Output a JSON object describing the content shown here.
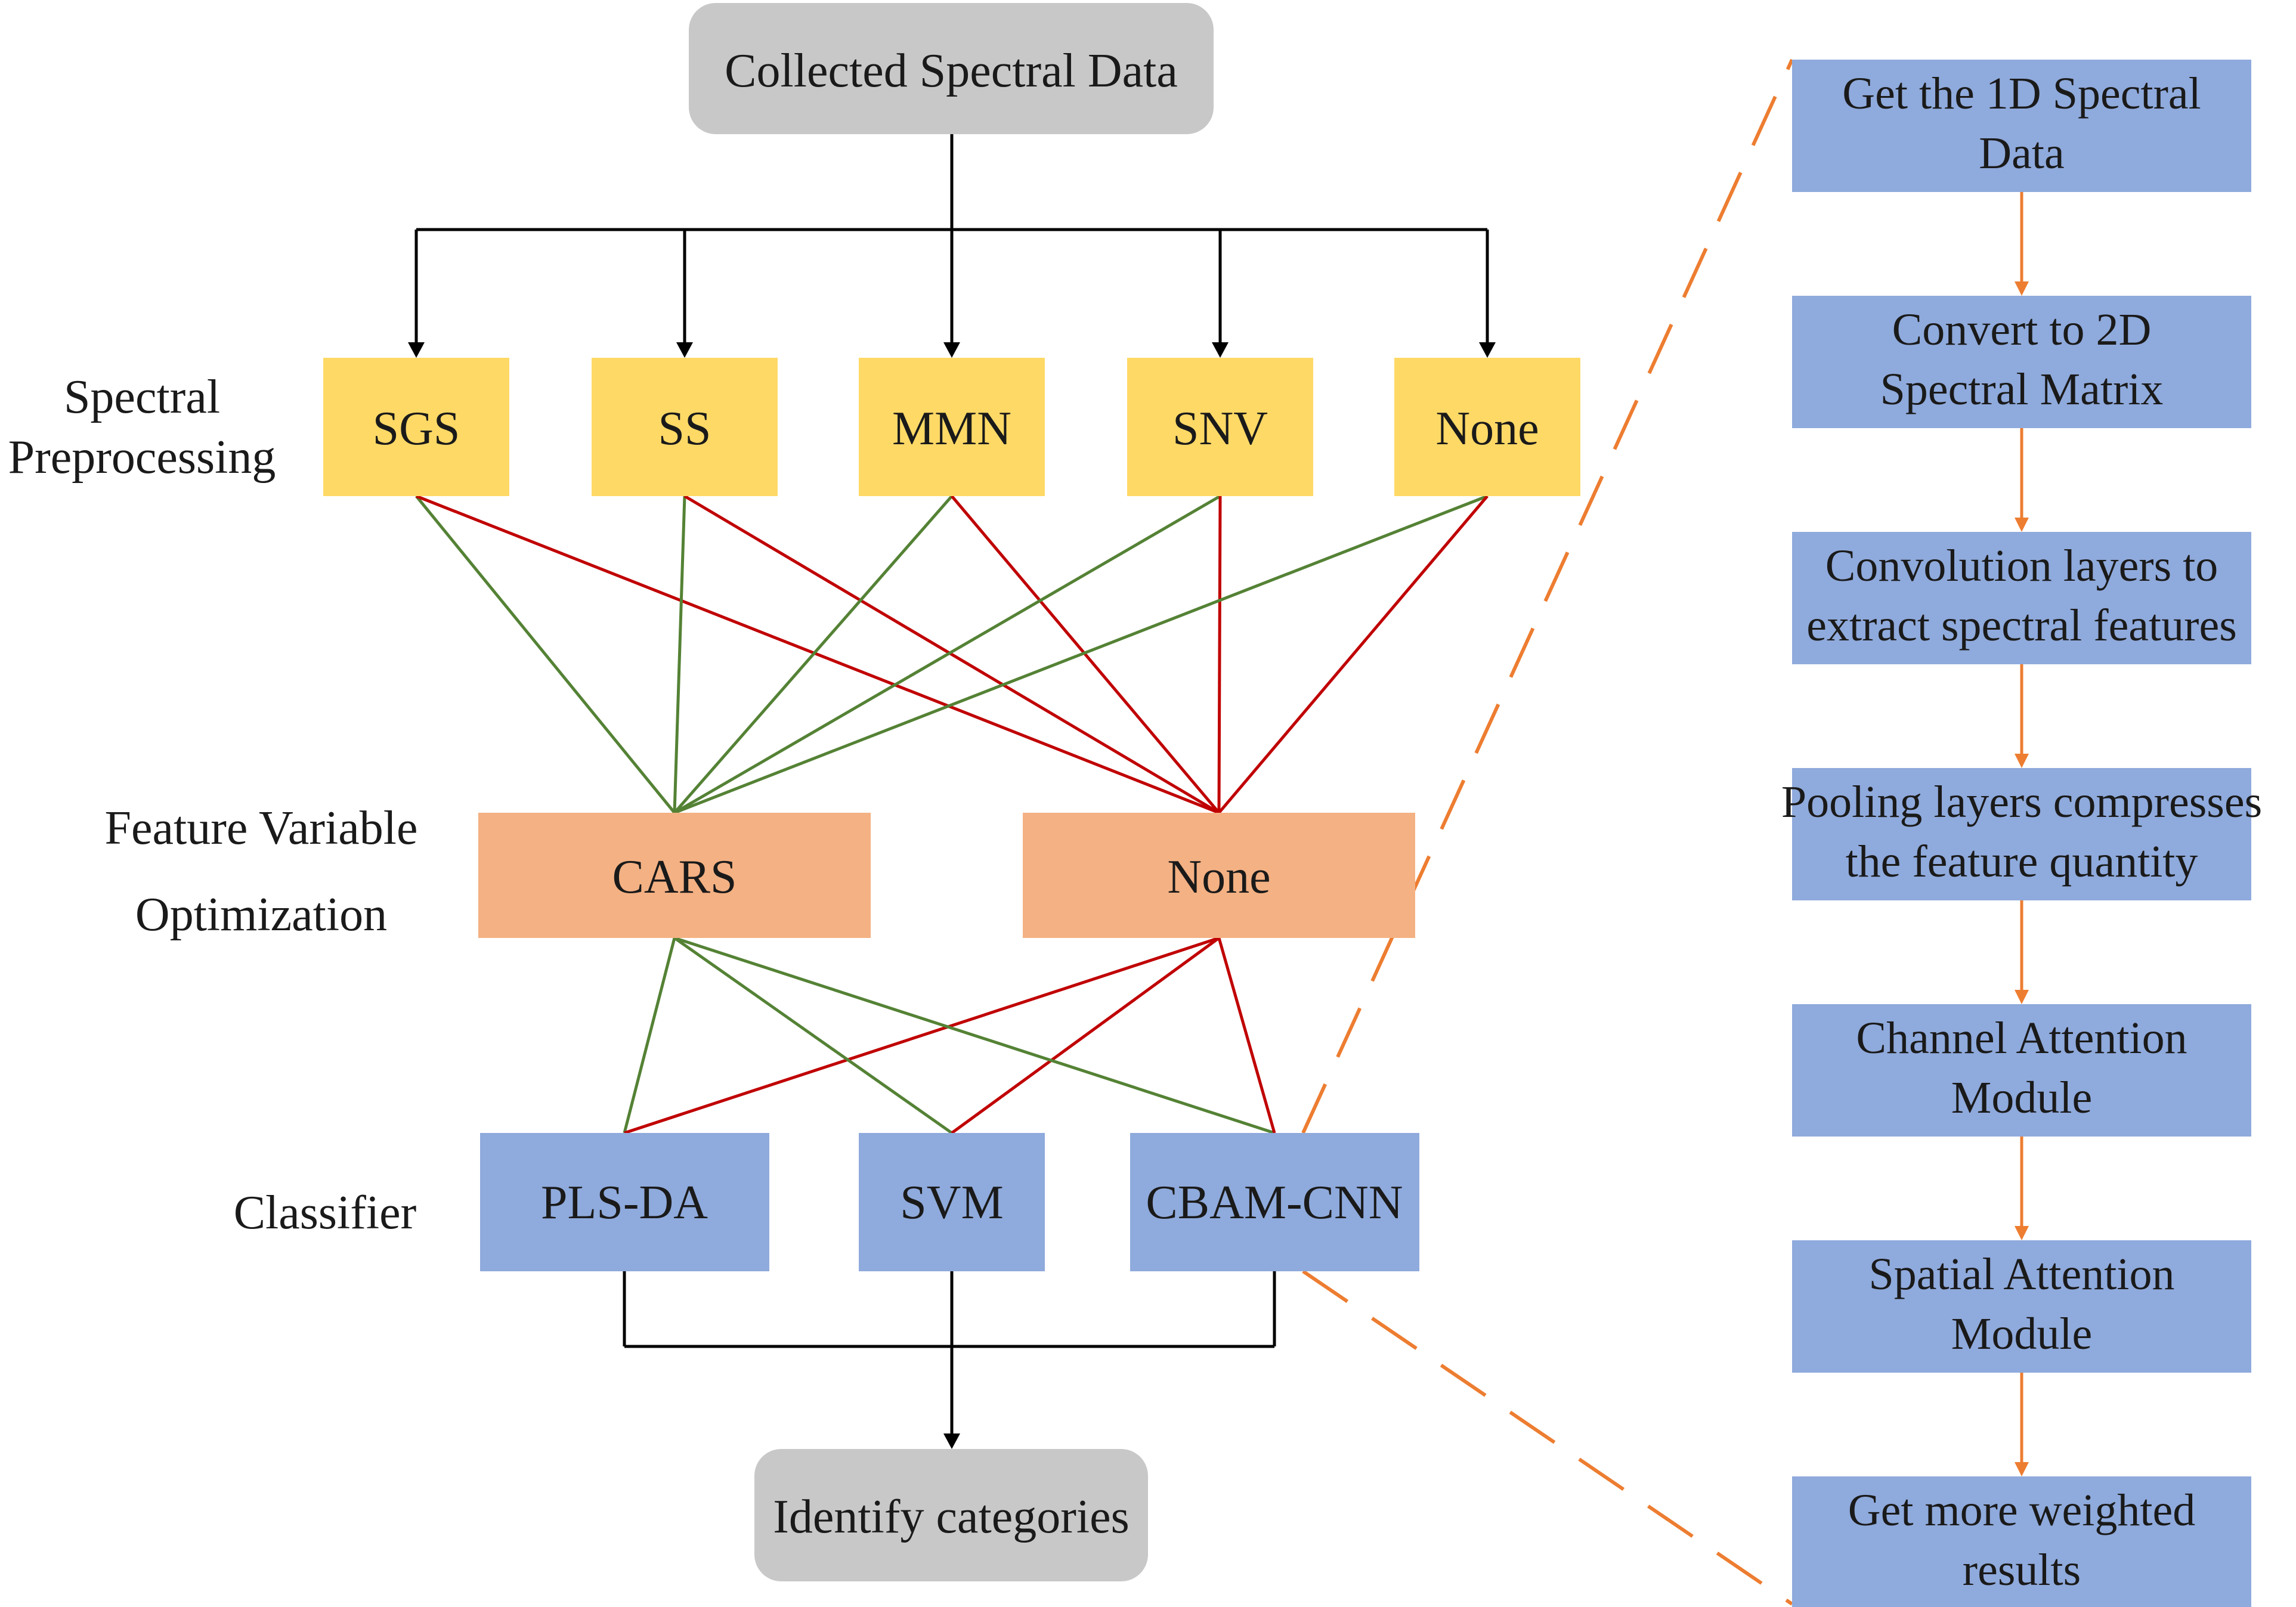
{
  "top": {
    "label": "Collected Spectral Data"
  },
  "bottom": {
    "label": "Identify categories"
  },
  "stage_labels": {
    "preprocessing": [
      "Spectral",
      "Preprocessing"
    ],
    "feature": [
      "Feature Variable",
      "Optimization"
    ],
    "classifier": [
      "Classifier"
    ]
  },
  "preprocessing": [
    "SGS",
    "SS",
    "MMN",
    "SNV",
    "None"
  ],
  "feature": [
    "CARS",
    "None"
  ],
  "classifiers": [
    "PLS-DA",
    "SVM",
    "CBAM-CNN"
  ],
  "cnn_steps": [
    [
      "Get the 1D Spectral",
      "Data"
    ],
    [
      "Convert to 2D",
      "Spectral Matrix"
    ],
    [
      "Convolution layers to",
      "extract spectral features"
    ],
    [
      "Pooling layers compresses",
      "the feature quantity"
    ],
    [
      "Channel Attention",
      "Module"
    ],
    [
      "Spatial Attention",
      "Module"
    ],
    [
      "Get more weighted",
      "results"
    ]
  ],
  "colors": {
    "gray_box": "#c8c8c8",
    "yellow_box": "#ffd966",
    "orange_box": "#f4b183",
    "blue_box": "#8faadc",
    "green_line": "#548235",
    "red_line": "#c00000",
    "orange_line": "#ed7d31",
    "black_line": "#000000"
  }
}
